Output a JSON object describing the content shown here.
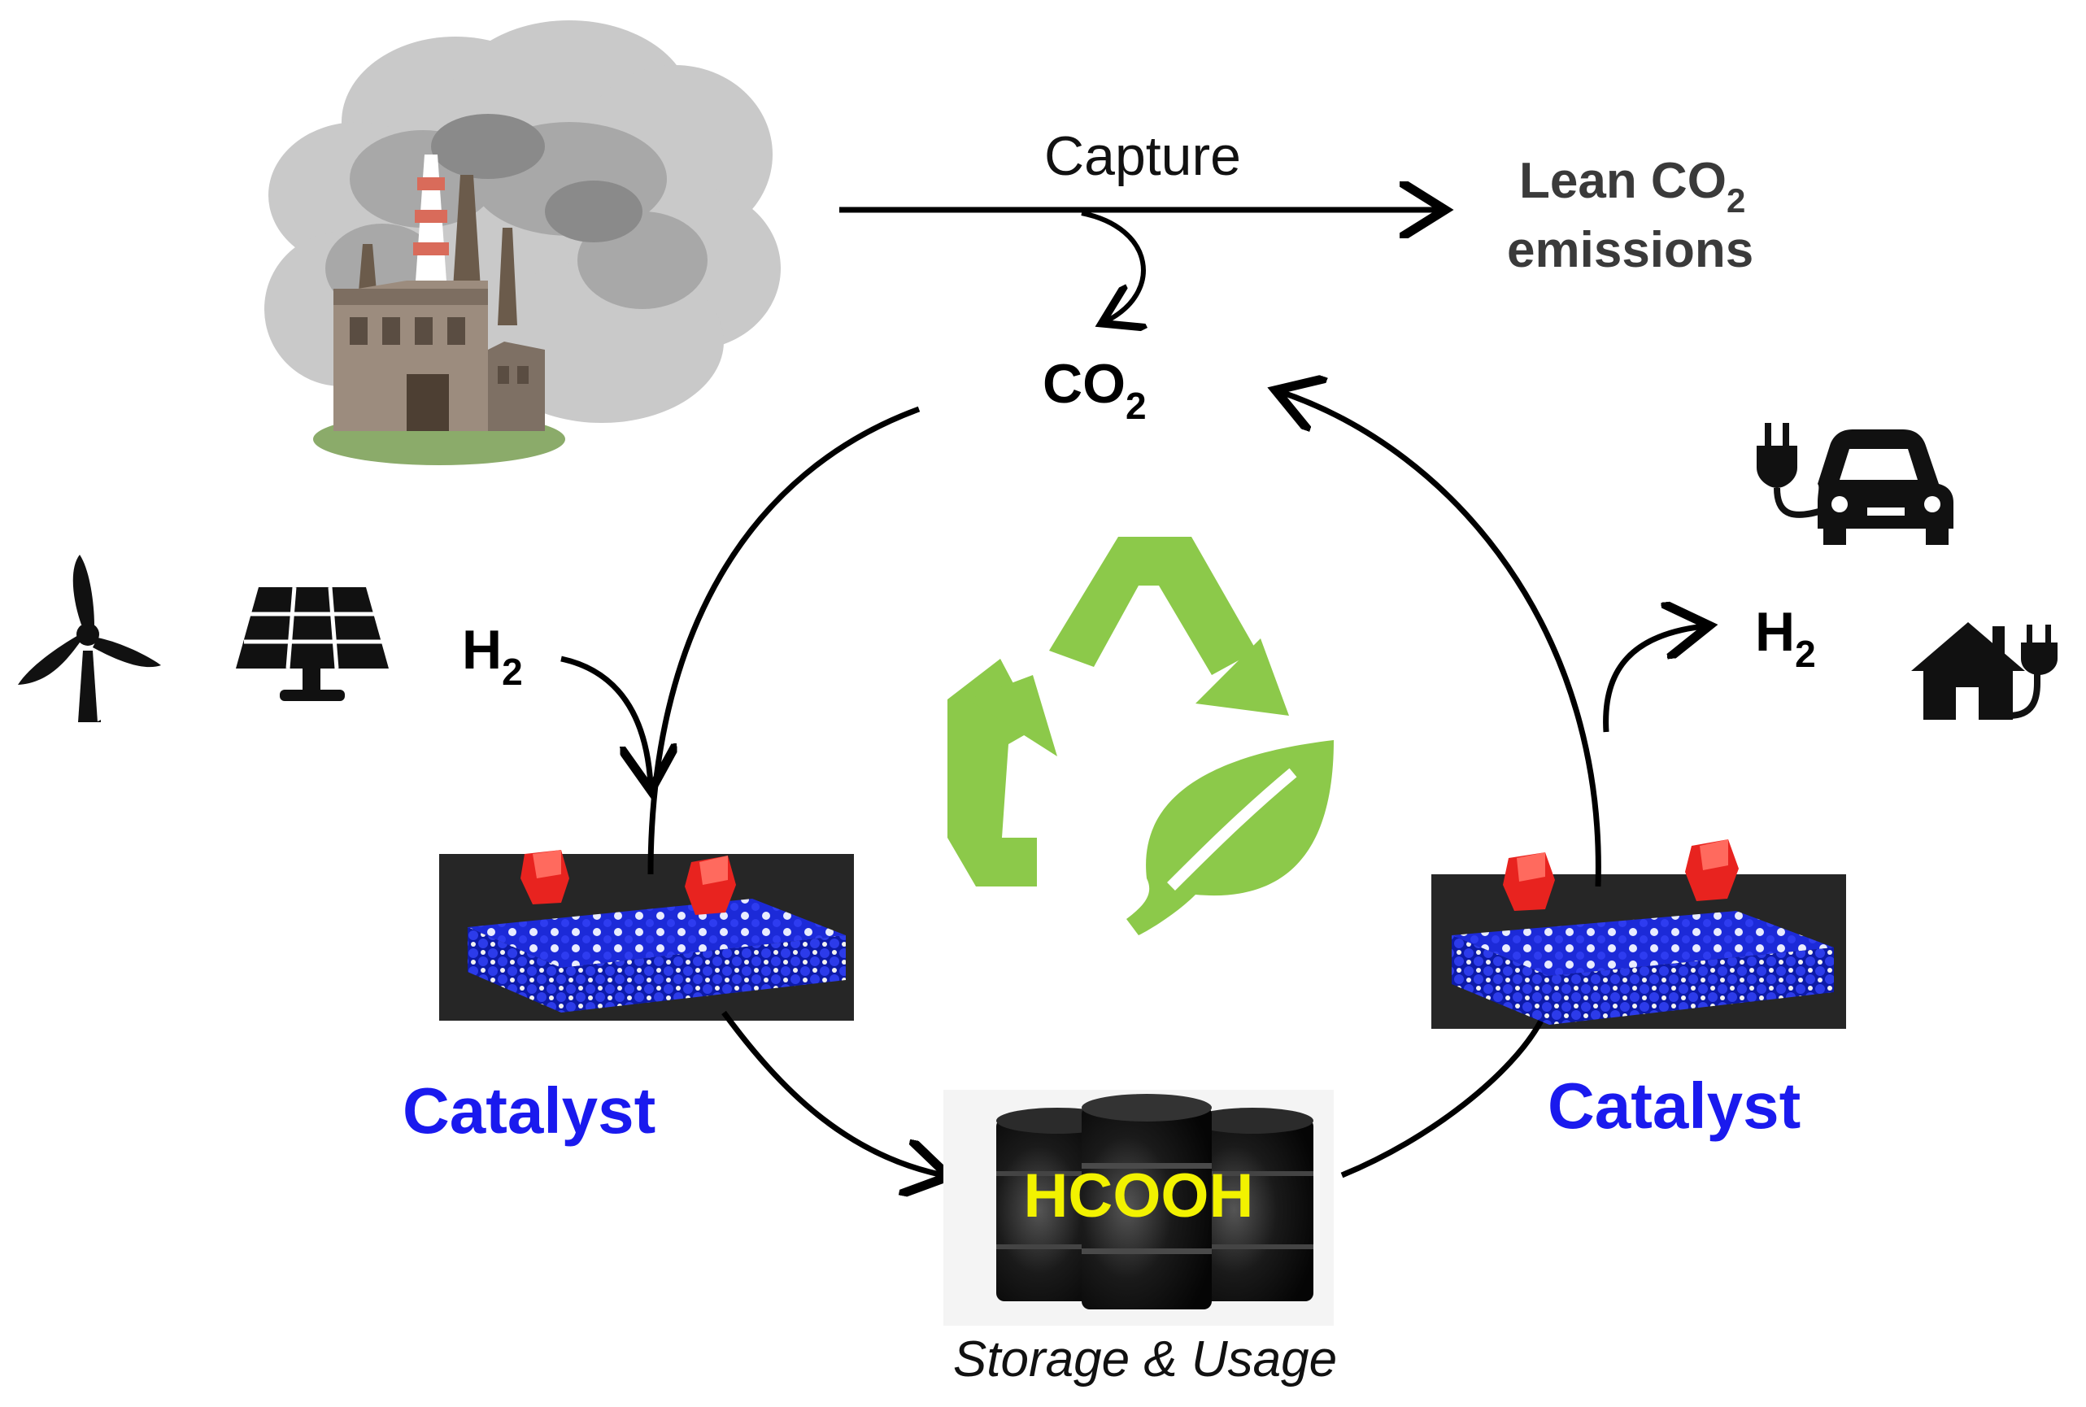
{
  "labels": {
    "capture": "Capture",
    "lean_line1": "Lean CO",
    "lean_sub": "2",
    "lean_line2": "emissions",
    "co2_main": "CO",
    "co2_sub": "2",
    "h2_left_main": "H",
    "h2_left_sub": "2",
    "h2_right_main": "H",
    "h2_right_sub": "2",
    "catalyst_left": "Catalyst",
    "catalyst_right": "Catalyst",
    "product": "HCOOH",
    "storage": "Storage & Usage"
  },
  "icons": [
    "factory-smoke-icon",
    "wind-turbine-icon",
    "solar-panel-icon",
    "recycle-leaf-icon",
    "electric-car-icon",
    "electric-house-icon",
    "oil-barrels-icon",
    "catalyst-lattice-icon"
  ],
  "colors": {
    "catalyst_text": "#1a1aee",
    "recycle_green": "#8cc94a",
    "product_text": "#f2f200",
    "lattice_blue": "#1c2ad8",
    "nanoparticle_red": "#e8231f"
  }
}
